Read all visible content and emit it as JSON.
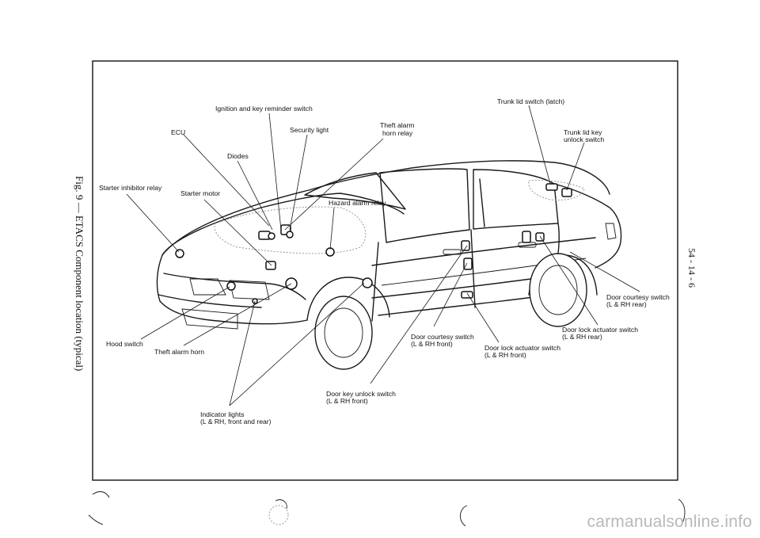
{
  "caption": "Fig. 9 — ETACS Component location (typical)",
  "page_number": "54 - 14 - 6",
  "watermark": "carmanualsonline.info",
  "labels": {
    "ignition_key_reminder": "Ignition and key reminder switch",
    "trunk_lid_switch": "Trunk lid switch (latch)",
    "ecu": "ECU",
    "security_light": "Security light",
    "theft_alarm_horn_relay_1": "Theft alarm",
    "theft_alarm_horn_relay_2": "horn relay",
    "trunk_lid_key_unlock_1": "Trunk lid key",
    "trunk_lid_key_unlock_2": "unlock switch",
    "diodes": "Diodes",
    "starter_inhibitor_relay": "Starter inhibitor relay",
    "starter_motor": "Starter motor",
    "hazard_alarm_relay": "Hazard alarm relay",
    "door_courtesy_rear_1": "Door courtesy switch",
    "door_courtesy_rear_2": "(L & RH rear)",
    "door_lock_actuator_rear_1": "Door lock actuator switch",
    "door_lock_actuator_rear_2": "(L & RH rear)",
    "door_courtesy_front_1": "Door courtesy switch",
    "door_courtesy_front_2": "(L & RH front)",
    "door_lock_actuator_front_1": "Door lock actuator switch",
    "door_lock_actuator_front_2": "(L & RH front)",
    "hood_switch": "Hood switch",
    "theft_alarm_horn": "Theft alarm horn",
    "door_key_unlock_1": "Door key unlock switch",
    "door_key_unlock_2": "(L & RH front)",
    "indicator_lights_1": "Indicator lights",
    "indicator_lights_2": "(L & RH, front and rear)"
  }
}
